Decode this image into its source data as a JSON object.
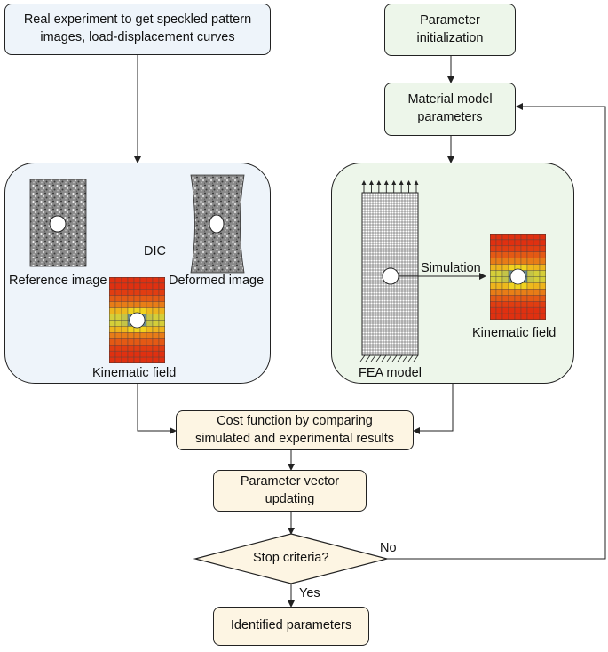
{
  "boxes": {
    "experiment": "Real experiment to get speckled pattern\nimages, load-displacement curves",
    "param_init": "Parameter\ninitialization",
    "material_params": "Material model\nparameters",
    "cost_function": "Cost function by comparing\nsimulated and experimental results",
    "param_update": "Parameter vector\nupdating",
    "stop": "Stop criteria?",
    "identified": "Identified parameters"
  },
  "labels": {
    "dic": "DIC",
    "reference": "Reference image",
    "deformed": "Deformed image",
    "kinematic_left": "Kinematic field",
    "simulation": "Simulation",
    "kinematic_right": "Kinematic field",
    "fea": "FEA model",
    "no": "No",
    "yes": "Yes"
  },
  "colors": {
    "experiment_fill": "#eef4fa",
    "simulation_fill": "#edf6ea",
    "process_fill": "#fdf5e3",
    "field_low": "#2060d0",
    "field_mid": "#f2e020",
    "field_high": "#e03010"
  }
}
